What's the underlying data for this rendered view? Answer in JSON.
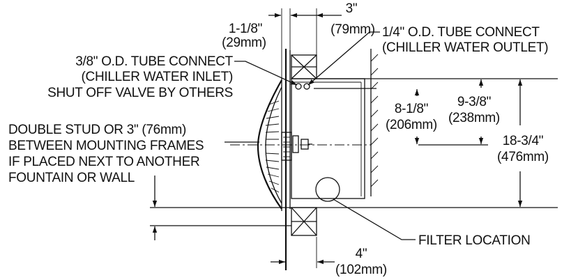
{
  "dimensions": {
    "wall_offset": {
      "in": "1-1/8\"",
      "mm": "(29mm)"
    },
    "frame_depth": {
      "in": "3\"",
      "mm": "(79mm)"
    },
    "outlet_height": {
      "in": "8-1/8\"",
      "mm": "(206mm)"
    },
    "inlet_height": {
      "in": "9-3/8\"",
      "mm": "(238mm)"
    },
    "overall_height": {
      "in": "18-3/4\"",
      "mm": "(476mm)"
    },
    "bottom_depth": {
      "in": "4\"",
      "mm": "(102mm)"
    }
  },
  "callouts": {
    "outlet_line1": "1/4\" O.D. TUBE CONNECT",
    "outlet_line2": "(CHILLER WATER OUTLET)",
    "inlet_line1": "3/8\" O.D. TUBE CONNECT",
    "inlet_line2": "(CHILLER WATER INLET)",
    "inlet_line3": "SHUT OFF VALVE BY OTHERS",
    "stud_line1": "DOUBLE STUD OR 3\" (76mm)",
    "stud_line2": "BETWEEN MOUNTING FRAMES",
    "stud_line3": "IF PLACED NEXT TO ANOTHER",
    "stud_line4": "FOUNTAIN OR WALL",
    "filter": "FILTER LOCATION"
  }
}
